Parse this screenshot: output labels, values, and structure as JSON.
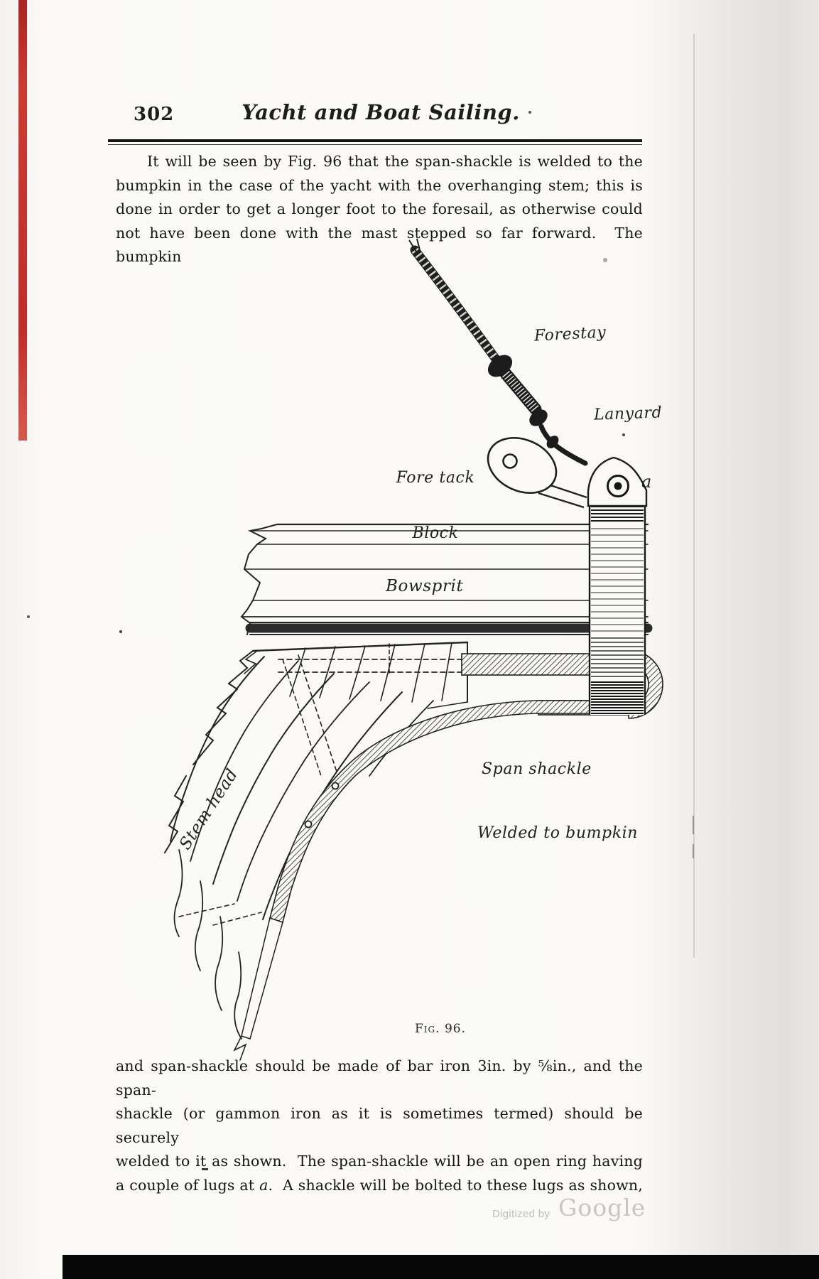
{
  "page": {
    "number": "302",
    "title": "Yacht and Boat Sailing."
  },
  "paragraph_top": {
    "lines": [
      "It will be seen by Fig. 96 that the span-shackle is welded to the",
      "bumpkin in the case of the yacht with the overhanging stem; this is",
      "done in order to get a longer foot to the foresail, as otherwise could",
      "not have been done with the mast stepped so far forward.  The bumpkin"
    ]
  },
  "figure": {
    "labels": {
      "forestay": "Forestay",
      "lanyard": "Lanyard",
      "fore_tack_line1": "Fore tack",
      "fore_tack_line2": "Block",
      "bowsprit": "Bowsprit",
      "span_line1": "Span shackle",
      "span_line2": "Welded to bumpkin",
      "stem_head": "Stem head",
      "point_a": "a"
    },
    "caption": "Fig. 96."
  },
  "paragraph_bottom": {
    "lines": [
      "and span-shackle should be made of bar iron 3in. by ⅝in., and the span-",
      "shackle (or gammon iron as it is sometimes termed) should be securely",
      "welded to it as shown.  The span-shackle will be an open ring having"
    ],
    "line4": {
      "pre": "a couple of lugs at ",
      "em": "a",
      "post": ".  A shackle will be bolted to these lugs as shown,"
    }
  },
  "footer": {
    "digitized": "Digitized by",
    "logo": "Google"
  },
  "colors": {
    "red_strip": "#c02d26",
    "paper": "#fbfaf7",
    "ink": "#1d1d1d",
    "footer_gray": "#c7c6c4"
  }
}
